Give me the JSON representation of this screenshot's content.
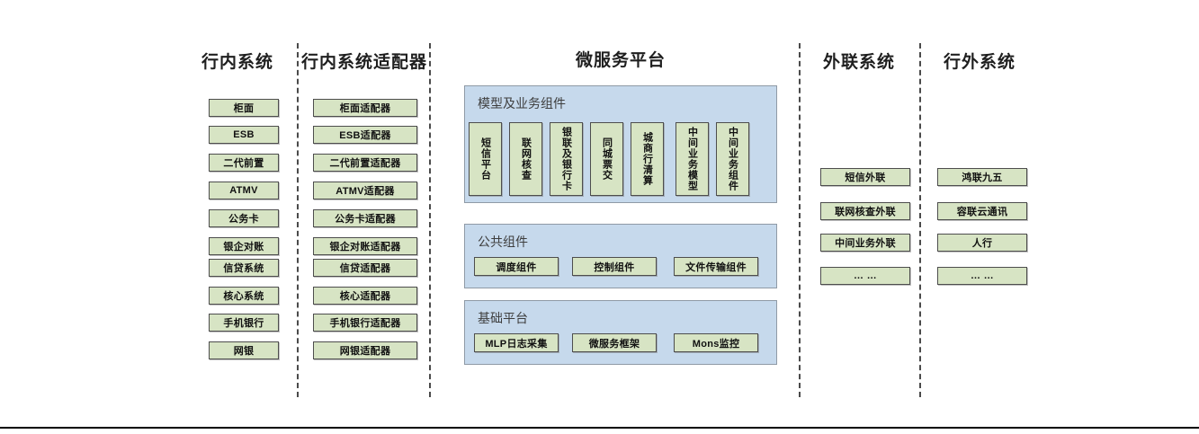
{
  "diagram": {
    "columns": [
      {
        "id": "in-bank-systems",
        "title": "行内系统",
        "items": [
          "柜面",
          "ESB",
          "二代前置",
          "ATMV",
          "公务卡",
          "银企对账",
          "信贷系统",
          "核心系统",
          "手机银行",
          "网银"
        ]
      },
      {
        "id": "in-bank-adapters",
        "title": "行内系统适配器",
        "items": [
          "柜面适配器",
          "ESB适配器",
          "二代前置适配器",
          "ATMV适配器",
          "公务卡适配器",
          "银企对账适配器",
          "信贷适配器",
          "核心适配器",
          "手机银行适配器",
          "网银适配器"
        ]
      },
      {
        "id": "external-link-systems",
        "title": "外联系统",
        "items": [
          "短信外联",
          "联网核查外联",
          "中间业务外联",
          "… …"
        ]
      },
      {
        "id": "off-bank-systems",
        "title": "行外系统",
        "items": [
          "鸿联九五",
          "容联云通讯",
          "人行",
          "… …"
        ]
      }
    ],
    "platform": {
      "title": "微服务平台",
      "groups": [
        {
          "id": "model-business-components",
          "title": "模型及业务组件",
          "orientation": "vertical",
          "items": [
            "短信平台",
            "联网核查",
            "银联及银行卡",
            "同城票交",
            "城商行清算",
            "中间业务模型",
            "中间业务组件"
          ]
        },
        {
          "id": "public-components",
          "title": "公共组件",
          "orientation": "horizontal",
          "items": [
            "调度组件",
            "控制组件",
            "文件传输组件"
          ]
        },
        {
          "id": "base-platform",
          "title": "基础平台",
          "orientation": "horizontal",
          "items": [
            "MLP日志采集",
            "微服务框架",
            "Mons监控"
          ]
        }
      ]
    },
    "colors": {
      "leaf_fill": "#d7e4c4",
      "leaf_border": "#4d4d4d",
      "panel_fill": "#c6d9ec",
      "panel_border": "#8f9aa6",
      "divider": "#4a4a4a",
      "text": "#1a1a1a"
    }
  }
}
